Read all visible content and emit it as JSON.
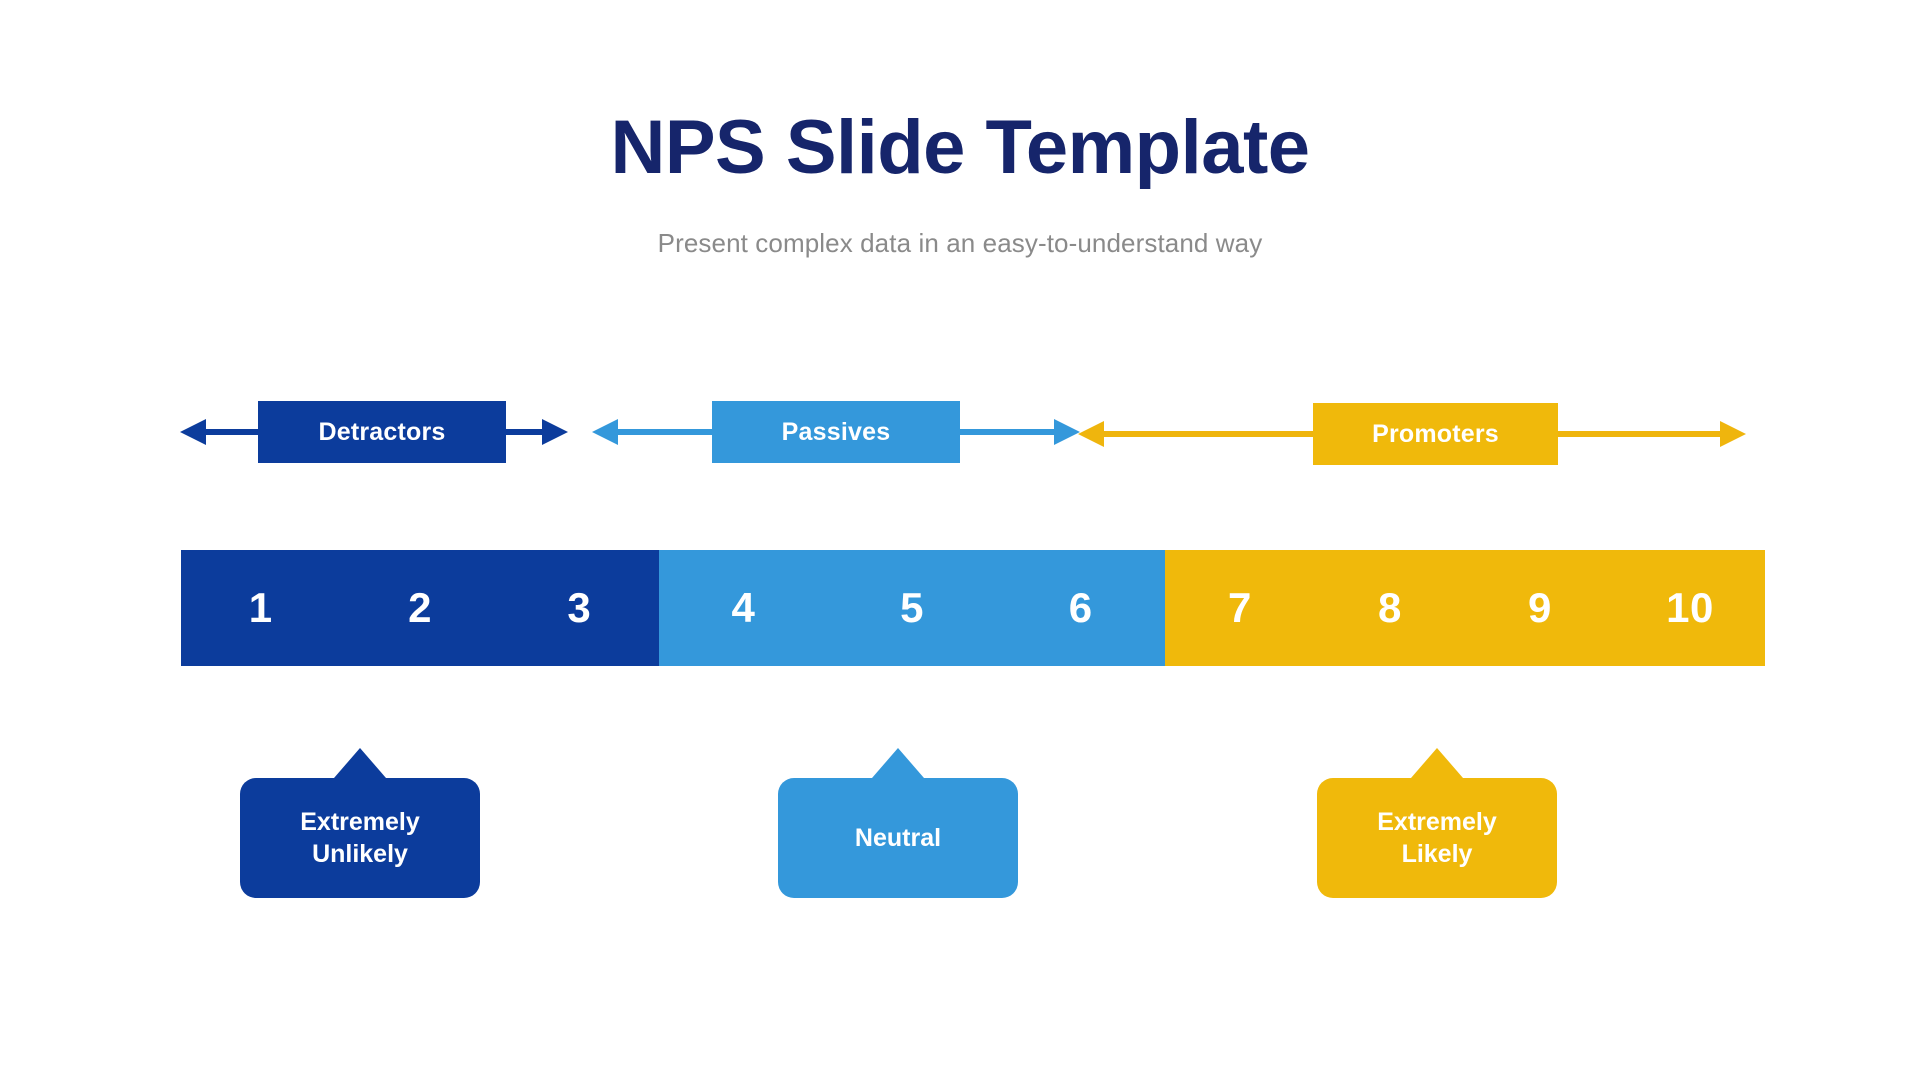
{
  "header": {
    "title": "NPS Slide Template",
    "subtitle": "Present complex data in an easy-to-understand way",
    "title_color": "#16256B",
    "subtitle_color": "#8A8A8A"
  },
  "colors": {
    "detractors": "#0C3C9C",
    "passives": "#3498DB",
    "promoters": "#F0B90B",
    "background": "#FFFFFF",
    "number_text": "#FFFFFF"
  },
  "segments": [
    {
      "key": "detractors",
      "label": "Detractors",
      "color": "#0C3C9C",
      "scores": [
        "1",
        "2",
        "3"
      ]
    },
    {
      "key": "passives",
      "label": "Passives",
      "color": "#3498DB",
      "scores": [
        "4",
        "5",
        "6"
      ]
    },
    {
      "key": "promoters",
      "label": "Promoters",
      "color": "#F0B90B",
      "scores": [
        "7",
        "8",
        "9",
        "10"
      ]
    }
  ],
  "scale": {
    "detractor_scores": [
      "1",
      "2",
      "3"
    ],
    "passive_scores": [
      "4",
      "5",
      "6"
    ],
    "promoter_scores": [
      "7",
      "8",
      "9",
      "10"
    ],
    "min": "1",
    "max": "10"
  },
  "callouts": [
    {
      "key": "unlikely",
      "label": "Extremely\nUnlikely",
      "color": "#0C3C9C"
    },
    {
      "key": "neutral",
      "label": "Neutral",
      "color": "#3498DB"
    },
    {
      "key": "likely",
      "label": "Extremely\nLikely",
      "color": "#F0B90B"
    }
  ],
  "chart_data": {
    "type": "bar",
    "title": "NPS Slide Template",
    "subtitle": "Present complex data in an easy-to-understand way",
    "xlabel": "",
    "ylabel": "",
    "categories": [
      "1",
      "2",
      "3",
      "4",
      "5",
      "6",
      "7",
      "8",
      "9",
      "10"
    ],
    "values": [
      1,
      2,
      3,
      4,
      5,
      6,
      7,
      8,
      9,
      10
    ],
    "series": [
      {
        "name": "Detractors",
        "categories": [
          "1",
          "2",
          "3"
        ],
        "color": "#0C3C9C",
        "annotation": "Extremely Unlikely"
      },
      {
        "name": "Passives",
        "categories": [
          "4",
          "5",
          "6"
        ],
        "color": "#3498DB",
        "annotation": "Neutral"
      },
      {
        "name": "Promoters",
        "categories": [
          "7",
          "8",
          "9",
          "10"
        ],
        "color": "#F0B90B",
        "annotation": "Extremely Likely"
      }
    ],
    "xlim": [
      1,
      10
    ],
    "grid": false,
    "legend": "top"
  }
}
